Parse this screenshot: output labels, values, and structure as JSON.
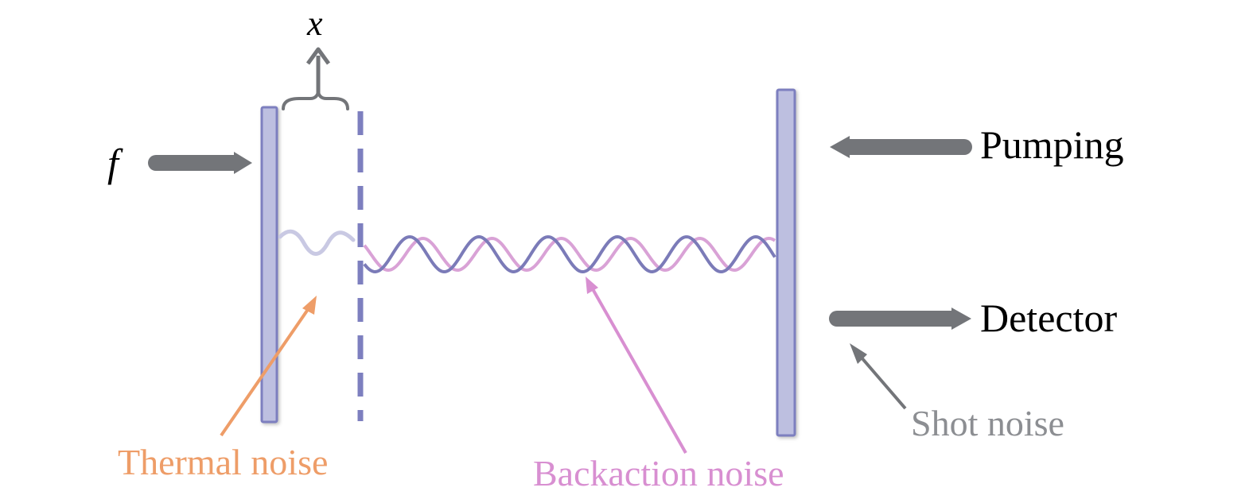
{
  "labels": {
    "x_symbol": "x",
    "f_symbol": "f",
    "pumping": "Pumping",
    "detector": "Detector",
    "shot_noise": "Shot noise",
    "thermal_noise": "Thermal noise",
    "backaction_noise": "Backaction noise"
  },
  "colors": {
    "mirror_fill": "#bdbfe0",
    "mirror_stroke": "#7d7fbf",
    "arrow_gray": "#737579",
    "wave_blue": "#7b7bb8",
    "wave_pink": "#d9a2d6",
    "thermal_orange": "#ee9d68",
    "backaction_pink": "#d88fd1",
    "shot_gray": "#8c8e92",
    "text_black": "#000000"
  }
}
